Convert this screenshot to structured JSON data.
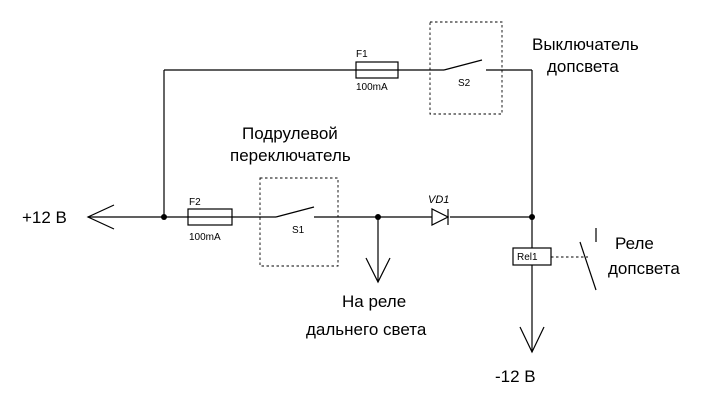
{
  "labels": {
    "plus_supply": "+12 В",
    "minus_supply": "-12 В",
    "switch_s2_caption_line1": "Выключатель",
    "switch_s2_caption_line2": "допсвета",
    "switch_s1_caption_line1": "Подрулевой",
    "switch_s1_caption_line2": "переключатель",
    "high_beam_line1": "На реле",
    "high_beam_line2": "дальнего света",
    "relay_caption_line1": "Реле",
    "relay_caption_line2": "допсвета"
  },
  "components": {
    "f1": {
      "ref": "F1",
      "rating": "100mA"
    },
    "f2": {
      "ref": "F2",
      "rating": "100mA"
    },
    "s1": {
      "ref": "S1"
    },
    "s2": {
      "ref": "S2"
    },
    "vd1": {
      "ref": "VD1"
    },
    "rel1": {
      "ref": "Rel1"
    }
  }
}
